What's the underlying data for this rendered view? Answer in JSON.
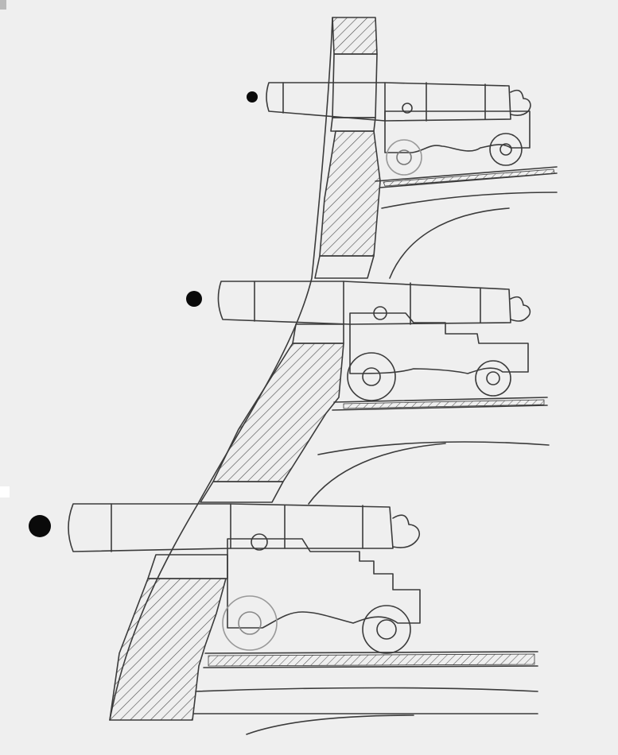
{
  "drawing": {
    "subject": "ship-hull-section-with-three-gun-decks",
    "style": "pencil-sketch",
    "colors": {
      "paper": "#efefef",
      "pencil": "#3b3b3b",
      "hatch": "#555555",
      "shot": "#0a0a0a"
    },
    "gun_decks": [
      {
        "deck": "upper",
        "cannon_count": 1,
        "cannonball_count": 1
      },
      {
        "deck": "middle",
        "cannon_count": 1,
        "cannonball_count": 1
      },
      {
        "deck": "lower",
        "cannon_count": 1,
        "cannonball_count": 1
      }
    ]
  }
}
